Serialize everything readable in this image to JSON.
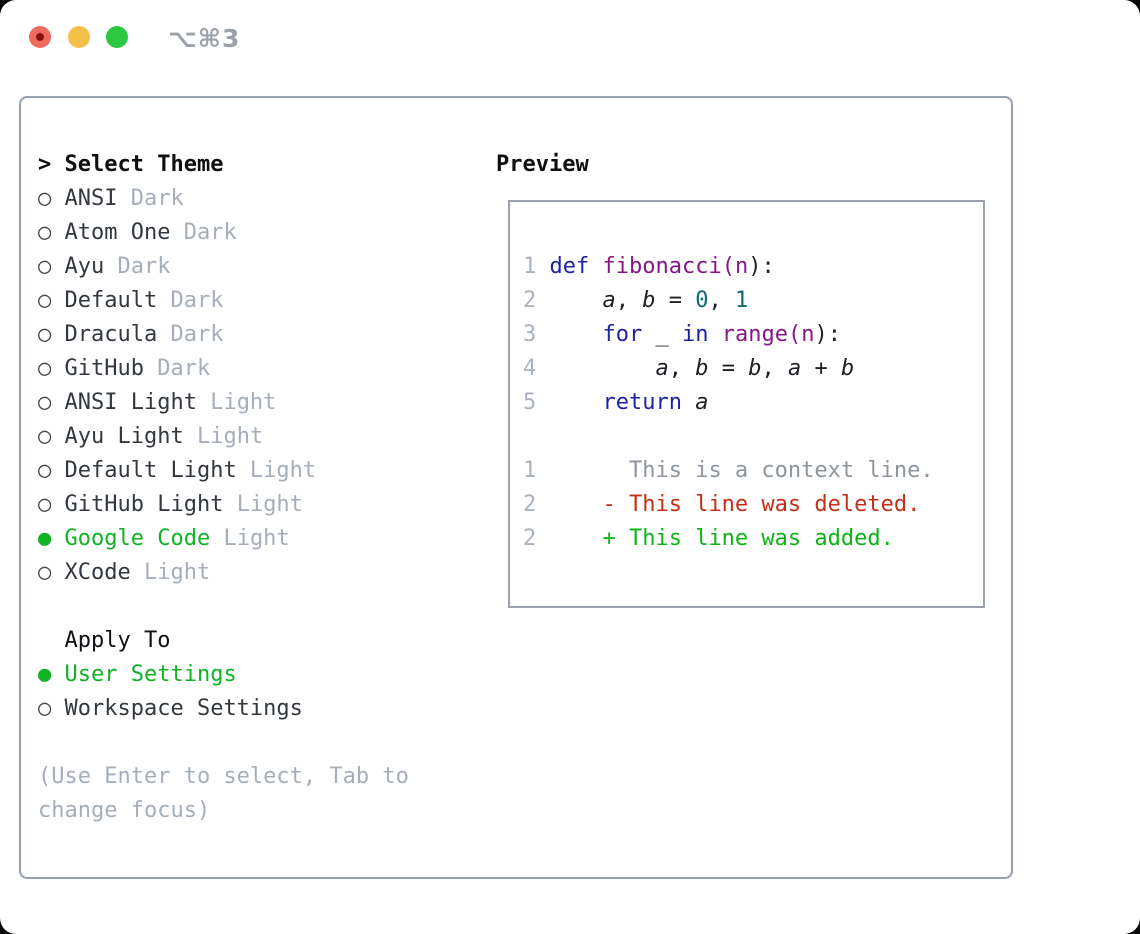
{
  "window": {
    "title": "⌥⌘3"
  },
  "markers": {
    "header": ">",
    "unselected": "○",
    "selected": "●"
  },
  "colors": {
    "selection_green": "#0fb325",
    "diff_added_green": "#0cb515",
    "diff_deleted_red": "#c52f17",
    "context_gray": "#8e959d",
    "keyword_blue": "#1e23a6",
    "title_purple": "#871787",
    "number_teal": "#0c6c6c",
    "suffix_gray": "#a6aeba",
    "line_number_gray": "#a9b2be",
    "frame_border_gray": "#98a2ac",
    "traffic_red": "#ee6a5f",
    "traffic_yellow": "#f6bf4a",
    "traffic_green": "#2dc741"
  },
  "left_panel": {
    "header_marker": ">",
    "header_label": "Select Theme",
    "themes": [
      {
        "name": "ANSI",
        "suffix": "Dark",
        "selected": false
      },
      {
        "name": "Atom One",
        "suffix": "Dark",
        "selected": false
      },
      {
        "name": "Ayu",
        "suffix": "Dark",
        "selected": false
      },
      {
        "name": "Default",
        "suffix": "Dark",
        "selected": false
      },
      {
        "name": "Dracula",
        "suffix": "Dark",
        "selected": false
      },
      {
        "name": "GitHub",
        "suffix": "Dark",
        "selected": false
      },
      {
        "name": "ANSI Light",
        "suffix": "Light",
        "selected": false
      },
      {
        "name": "Ayu Light",
        "suffix": "Light",
        "selected": false
      },
      {
        "name": "Default Light",
        "suffix": "Light",
        "selected": false
      },
      {
        "name": "GitHub Light",
        "suffix": "Light",
        "selected": false
      },
      {
        "name": "Google Code",
        "suffix": "Light",
        "selected": true
      },
      {
        "name": "XCode",
        "suffix": "Light",
        "selected": false
      }
    ],
    "apply_to": {
      "label": "Apply To",
      "options": [
        {
          "name": "User Settings",
          "selected": true
        },
        {
          "name": "Workspace Settings",
          "selected": false
        }
      ]
    },
    "hint_lines": [
      "(Use Enter to select, Tab to",
      "change focus)"
    ]
  },
  "preview": {
    "header": "Preview",
    "code_lines": [
      {
        "num": "1",
        "segments": [
          {
            "t": "def",
            "s": "kw"
          },
          {
            "t": " ",
            "s": "pl"
          },
          {
            "t": "fibonacci(n",
            "s": "ttl"
          },
          {
            "t": "):",
            "s": "pl"
          }
        ]
      },
      {
        "num": "2",
        "segments": [
          {
            "t": "    ",
            "s": "pl"
          },
          {
            "t": "a",
            "s": "var"
          },
          {
            "t": ", ",
            "s": "pl"
          },
          {
            "t": "b",
            "s": "var"
          },
          {
            "t": " = ",
            "s": "pl"
          },
          {
            "t": "0",
            "s": "num"
          },
          {
            "t": ", ",
            "s": "pl"
          },
          {
            "t": "1",
            "s": "num"
          }
        ]
      },
      {
        "num": "3",
        "segments": [
          {
            "t": "    ",
            "s": "pl"
          },
          {
            "t": "for",
            "s": "kw"
          },
          {
            "t": " _ ",
            "s": "pl"
          },
          {
            "t": "in",
            "s": "kw"
          },
          {
            "t": " ",
            "s": "pl"
          },
          {
            "t": "range(n",
            "s": "ttl"
          },
          {
            "t": "):",
            "s": "pl"
          }
        ]
      },
      {
        "num": "4",
        "segments": [
          {
            "t": "        ",
            "s": "pl"
          },
          {
            "t": "a",
            "s": "var"
          },
          {
            "t": ", ",
            "s": "pl"
          },
          {
            "t": "b",
            "s": "var"
          },
          {
            "t": " = ",
            "s": "pl"
          },
          {
            "t": "b",
            "s": "var"
          },
          {
            "t": ", ",
            "s": "pl"
          },
          {
            "t": "a",
            "s": "var"
          },
          {
            "t": " + ",
            "s": "pl"
          },
          {
            "t": "b",
            "s": "var"
          }
        ]
      },
      {
        "num": "5",
        "segments": [
          {
            "t": "    ",
            "s": "pl"
          },
          {
            "t": "return",
            "s": "kw"
          },
          {
            "t": " ",
            "s": "pl"
          },
          {
            "t": "a",
            "s": "var"
          }
        ]
      }
    ],
    "diff_lines": [
      {
        "num": "1",
        "type": "context",
        "text": "      This is a context line."
      },
      {
        "num": "2",
        "type": "deleted",
        "text": "    - This line was deleted."
      },
      {
        "num": "2",
        "type": "added",
        "text": "    + This line was added."
      }
    ]
  }
}
